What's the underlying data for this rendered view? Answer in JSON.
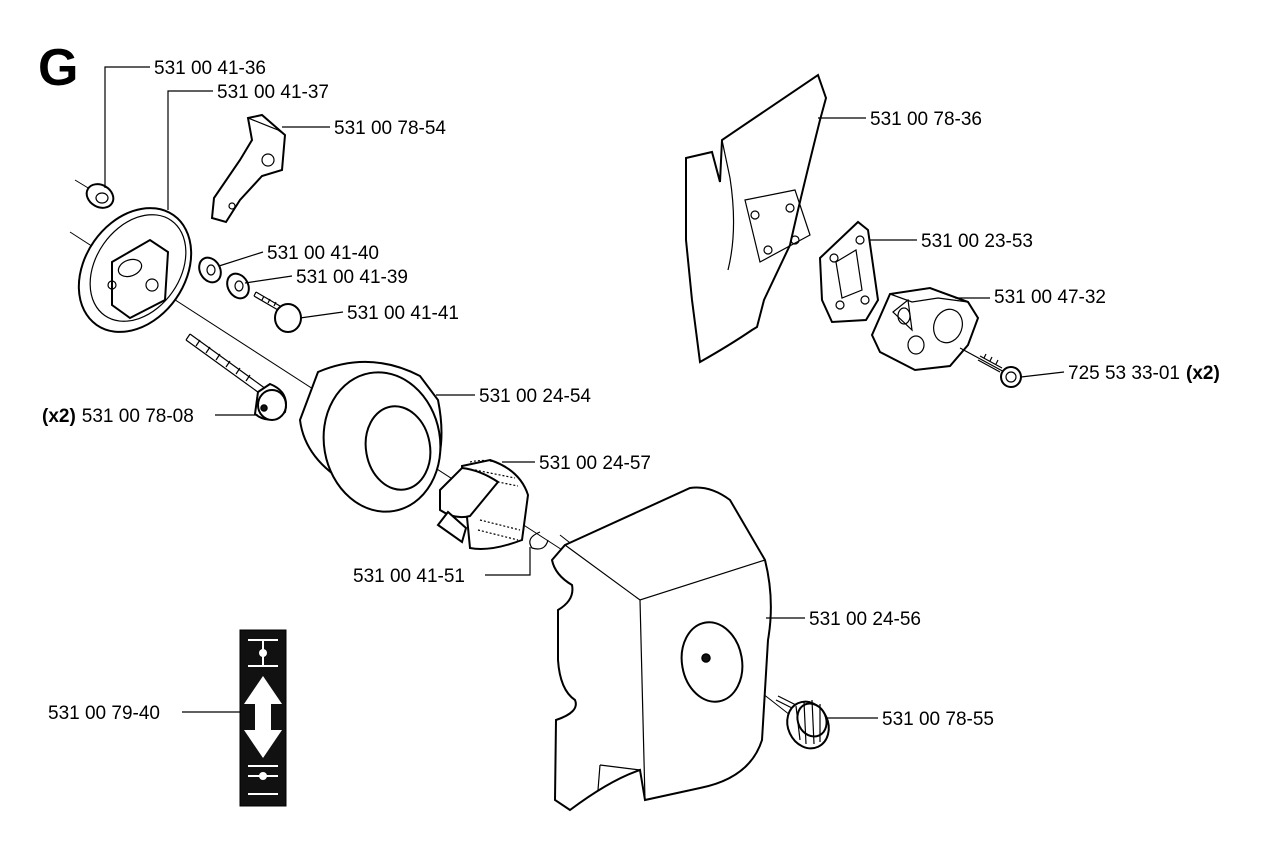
{
  "section_letter": "G",
  "callouts": {
    "c1": {
      "part": "531 00 41-36"
    },
    "c2": {
      "part": "531 00 41-37"
    },
    "c3": {
      "part": "531 00 78-54"
    },
    "c4": {
      "part": "531 00 41-40"
    },
    "c5": {
      "part": "531 00 41-39"
    },
    "c6": {
      "part": "531 00 41-41"
    },
    "c7": {
      "qty": "(x2)",
      "part": "531 00 78-08"
    },
    "c8": {
      "part": "531 00 24-54"
    },
    "c9": {
      "part": "531 00 24-57"
    },
    "c10": {
      "part": "531 00 41-51"
    },
    "c11": {
      "part": "531 00 24-56"
    },
    "c12": {
      "part": "531 00 78-55"
    },
    "c13": {
      "part": "531 00 79-40"
    },
    "c14": {
      "part": "531 00 78-36"
    },
    "c15": {
      "part": "531 00 23-53"
    },
    "c16": {
      "part": "531 00 47-32"
    },
    "c17": {
      "part": "725 53 33-01",
      "qty": "(x2)"
    }
  }
}
